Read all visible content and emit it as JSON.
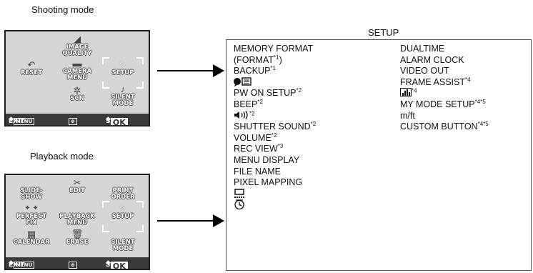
{
  "captions": {
    "shooting": "Shooting mode",
    "playback": "Playback mode",
    "setup": "SETUP"
  },
  "shooting_menu": {
    "tiles": [
      "IMAGE\nQUALITY",
      "RESET",
      "CAMERA\nMENU",
      "SETUP",
      "SCN",
      "SILENT\nMODE"
    ],
    "bar": {
      "exit": "EXIT",
      "menu_key": "MENU",
      "set": "SET",
      "ok": "OK"
    }
  },
  "playback_menu": {
    "tiles": [
      "SLIDE-\nSHOW",
      "EDIT",
      "PRINT\nORDER",
      "PERFECT\nFIX",
      "PLAYBACK\nMENU",
      "SETUP",
      "CALENDAR",
      "ERASE",
      "SILENT\nMODE"
    ],
    "bar": {
      "exit": "EXIT",
      "menu_key": "MENU",
      "set": "SET",
      "ok": "OK"
    }
  },
  "setup_left": [
    {
      "text": "MEMORY FORMAT",
      "sup": ""
    },
    {
      "text": "(FORMAT",
      "sup": "*1",
      "tail": ")"
    },
    {
      "text": "BACKUP",
      "sup": "*1"
    },
    {
      "text": "",
      "icon": "language-icon"
    },
    {
      "text": "PW ON SETUP",
      "sup": "*2"
    },
    {
      "text": "BEEP",
      "sup": "*2"
    },
    {
      "text": "",
      "icon": "sound-icon",
      "sup": "*2"
    },
    {
      "text": "SHUTTER SOUND",
      "sup": "*2"
    },
    {
      "text": "VOLUME",
      "sup": "*2"
    },
    {
      "text": "REC VIEW",
      "sup": "*3"
    },
    {
      "text": "MENU DISPLAY",
      "sup": ""
    },
    {
      "text": "FILE NAME",
      "sup": ""
    },
    {
      "text": "PIXEL MAPPING",
      "sup": ""
    },
    {
      "text": "",
      "icon": "monitor-brightness-icon"
    },
    {
      "text": "",
      "icon": "clock-icon"
    }
  ],
  "setup_right": [
    {
      "text": "DUALTIME",
      "sup": ""
    },
    {
      "text": "ALARM CLOCK",
      "sup": ""
    },
    {
      "text": "VIDEO OUT",
      "sup": ""
    },
    {
      "text": "FRAME ASSIST",
      "sup": "*4"
    },
    {
      "text": "",
      "icon": "histogram-icon",
      "sup": "*4"
    },
    {
      "text": "MY MODE SETUP",
      "sup": "*4*5"
    },
    {
      "text": "m/ft",
      "sup": ""
    },
    {
      "text": "CUSTOM BUTTON",
      "sup": "*4*5"
    }
  ]
}
